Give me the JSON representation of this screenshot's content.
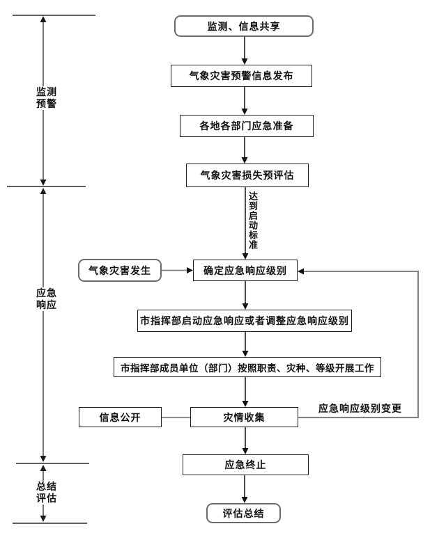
{
  "diagram": {
    "title_hint": "meteorological-disaster-emergency-response-flowchart",
    "phases": [
      {
        "line1": "监测",
        "line2": "预警"
      },
      {
        "line1": "应急",
        "line2": "响应"
      },
      {
        "line1": "总结",
        "line2": "评估"
      }
    ],
    "nodes": {
      "monitor_share": "监测、信息共享",
      "warning_release": "气象灾害预警信息发布",
      "emergency_prep": "各地各部门应急准备",
      "loss_preassess": "气象灾害损失预评估",
      "disaster_occur": "气象灾害发生",
      "determine_level": "确定应急响应级别",
      "start_or_adjust": "市指挥部启动应急响应或者调整应急响应级别",
      "members_work": "市指挥部成员单位（部门）按照职责、灾种、等级开展工作",
      "info_public": "信息公开",
      "disaster_collect": "灾情收集",
      "emergency_end": "应急终止",
      "evaluation_summary": "评估总结"
    },
    "edge_labels": {
      "reach_standard": "达到启动标准",
      "level_change": "应急响应级别变更"
    },
    "colors": {
      "flow_line": "#1a1a1a",
      "side_line": "#808080",
      "rect_border": "#1f1f1f",
      "rounded_border": "#6b6b6b",
      "background": "#ffffff"
    }
  }
}
